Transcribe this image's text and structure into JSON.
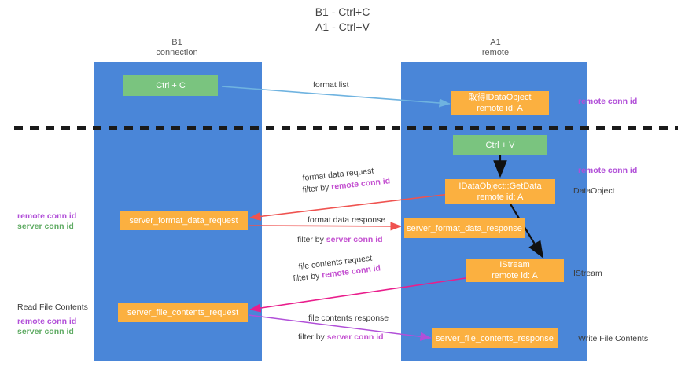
{
  "title": {
    "line1": "B1 - Ctrl+C",
    "line2": "A1 - Ctrl+V"
  },
  "lanes": [
    {
      "id": "b1",
      "title": "B1",
      "subtitle": "connection",
      "color": "#4a86d8"
    },
    {
      "id": "a1",
      "title": "A1",
      "subtitle": "remote",
      "color": "#4a86d8"
    }
  ],
  "nodes": {
    "ctrl_c": {
      "label": "Ctrl + C",
      "color": "#7ac47f"
    },
    "ctrl_v": {
      "label": "Ctrl + V",
      "color": "#7ac47f"
    },
    "get_idataobject": {
      "line1": "取得IDataObject",
      "line2": "remote id: A",
      "color": "#fbb040"
    },
    "idataobject_getdata": {
      "line1": "IDataObject::GetData",
      "line2": "remote id: A",
      "color": "#fbb040"
    },
    "istream": {
      "line1": "IStream",
      "line2": "remote id: A",
      "color": "#fbb040"
    },
    "server_format_data_request": {
      "label": "server_format_data_request",
      "color": "#fbb040"
    },
    "server_format_data_response": {
      "label": "server_format_data_response",
      "color": "#fbb040"
    },
    "server_file_contents_request": {
      "label": "server_file_contents_request",
      "color": "#fbb040"
    },
    "server_file_contents_response": {
      "label": "server_file_contents_response",
      "color": "#fbb040"
    }
  },
  "edge_labels": {
    "format_list": "format list",
    "format_data_request": "format data request",
    "format_data_request_filter_prefix": "filter by ",
    "format_data_request_filter_value": "remote conn id",
    "format_data_response": "format data response",
    "format_data_response_filter_prefix": "filter by ",
    "format_data_response_filter_value": "server conn id",
    "file_contents_request": "file contents request",
    "file_contents_request_filter_prefix": "filter by ",
    "file_contents_request_filter_value": "remote conn id",
    "file_contents_response": "file contents response",
    "file_contents_response_filter_prefix": "filter by ",
    "file_contents_response_filter_value": "server conn id"
  },
  "annotations": {
    "right_remote_conn_id_top": "remote conn id",
    "right_remote_conn_id_mid": "remote conn id",
    "right_dataobject": "DataObject",
    "right_istream": "IStream",
    "right_write_file_contents": "Write File Contents",
    "left_read_file_contents": "Read File Contents",
    "left_remote_conn_id_mid": "remote conn id",
    "left_server_conn_id_mid": "server conn id",
    "left_remote_conn_id_bottom": "remote conn id",
    "left_server_conn_id_bottom": "server conn id"
  },
  "colors": {
    "lane": "#4a86d8",
    "green_node": "#7ac47f",
    "orange_node": "#fbb040",
    "purple_text": "#b14fd8",
    "green_text": "#5fab63",
    "dark_text": "#3c3c3c",
    "divider": "#1a1a1a",
    "edge_blue": "#6fb3e0",
    "edge_red": "#ef5350",
    "edge_magenta": "#e91e8c",
    "edge_purple": "#b14fd8",
    "edge_black": "#111111"
  }
}
